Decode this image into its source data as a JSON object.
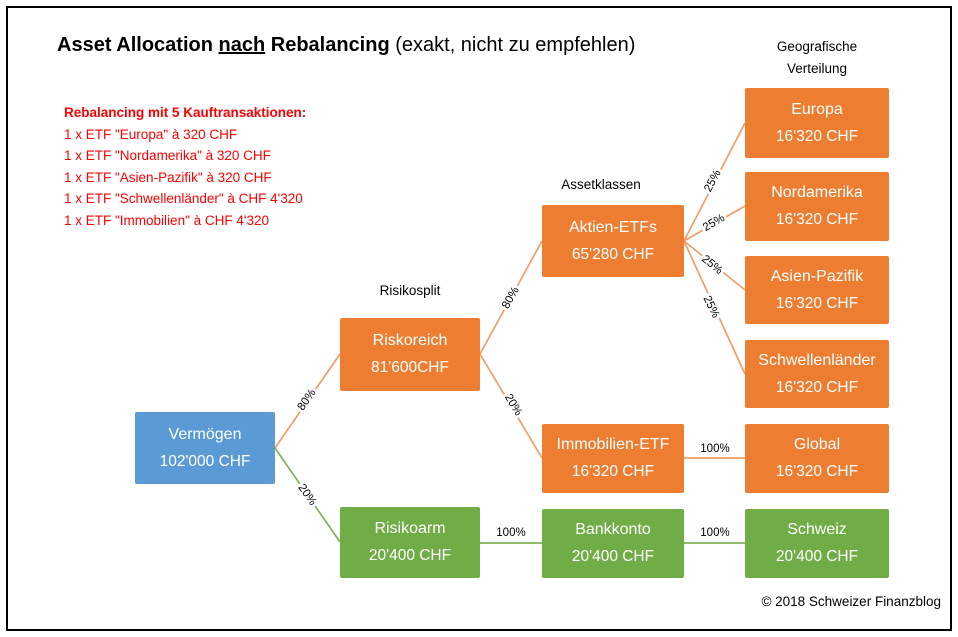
{
  "title": {
    "part1": "Asset Allocation ",
    "part2": "nach",
    "part3": " Rebalancing ",
    "part4": "(exakt, nicht zu empfehlen)"
  },
  "notes": {
    "heading": "Rebalancing mit 5 Kauftransaktionen:",
    "lines": [
      "1 x ETF \"Europa\" à 320 CHF",
      "1 x ETF \"Nordamerika\" à 320 CHF",
      "1 x ETF \"Asien-Pazifik\" à 320 CHF",
      "1 x ETF \"Schwellenländer\" à CHF 4'320",
      "1 x ETF \"Immobilien\" à CHF 4'320"
    ]
  },
  "column_labels": {
    "risikosplit": "Risikosplit",
    "assetklassen": "Assetklassen",
    "geografische_line1": "Geografische",
    "geografische_line2": "Verteilung"
  },
  "nodes": {
    "vermoegen": {
      "title": "Vermögen",
      "amount": "102'000 CHF"
    },
    "riskoreich": {
      "title": "Riskoreich",
      "amount": "81'600CHF"
    },
    "risikoarm": {
      "title": "Risikoarm",
      "amount": "20'400 CHF"
    },
    "aktien_etfs": {
      "title": "Aktien-ETFs",
      "amount": "65'280 CHF"
    },
    "immobilien_etf": {
      "title": "Immobilien-ETF",
      "amount": "16'320 CHF"
    },
    "bankkonto": {
      "title": "Bankkonto",
      "amount": "20'400 CHF"
    },
    "europa": {
      "title": "Europa",
      "amount": "16'320 CHF"
    },
    "nordamerika": {
      "title": "Nordamerika",
      "amount": "16'320 CHF"
    },
    "asien_pazifik": {
      "title": "Asien-Pazifik",
      "amount": "16'320 CHF"
    },
    "schwellenlaender": {
      "title": "Schwellenländer",
      "amount": "16'320 CHF"
    },
    "global": {
      "title": "Global",
      "amount": "16'320 CHF"
    },
    "schweiz": {
      "title": "Schweiz",
      "amount": "20'400 CHF"
    }
  },
  "edges": {
    "verm_riskoreich": "80%",
    "verm_risikoarm": "20%",
    "riskoreich_aktien": "80%",
    "riskoreich_immobilien": "20%",
    "risikoarm_bankkonto": "100%",
    "aktien_europa": "25%",
    "aktien_nordamerika": "25%",
    "aktien_asien": "25%",
    "aktien_schwellen": "25%",
    "immobilien_global": "100%",
    "bankkonto_schweiz": "100%"
  },
  "footer": {
    "copyright": "© 2018 Schweizer Finanzblog"
  },
  "colors": {
    "node_blue": "#5B9BD5",
    "node_orange": "#ED7D31",
    "node_green": "#70AD47",
    "connector_orange": "#F09E68",
    "connector_green": "#7FB356",
    "note_red": "#FF0000"
  }
}
